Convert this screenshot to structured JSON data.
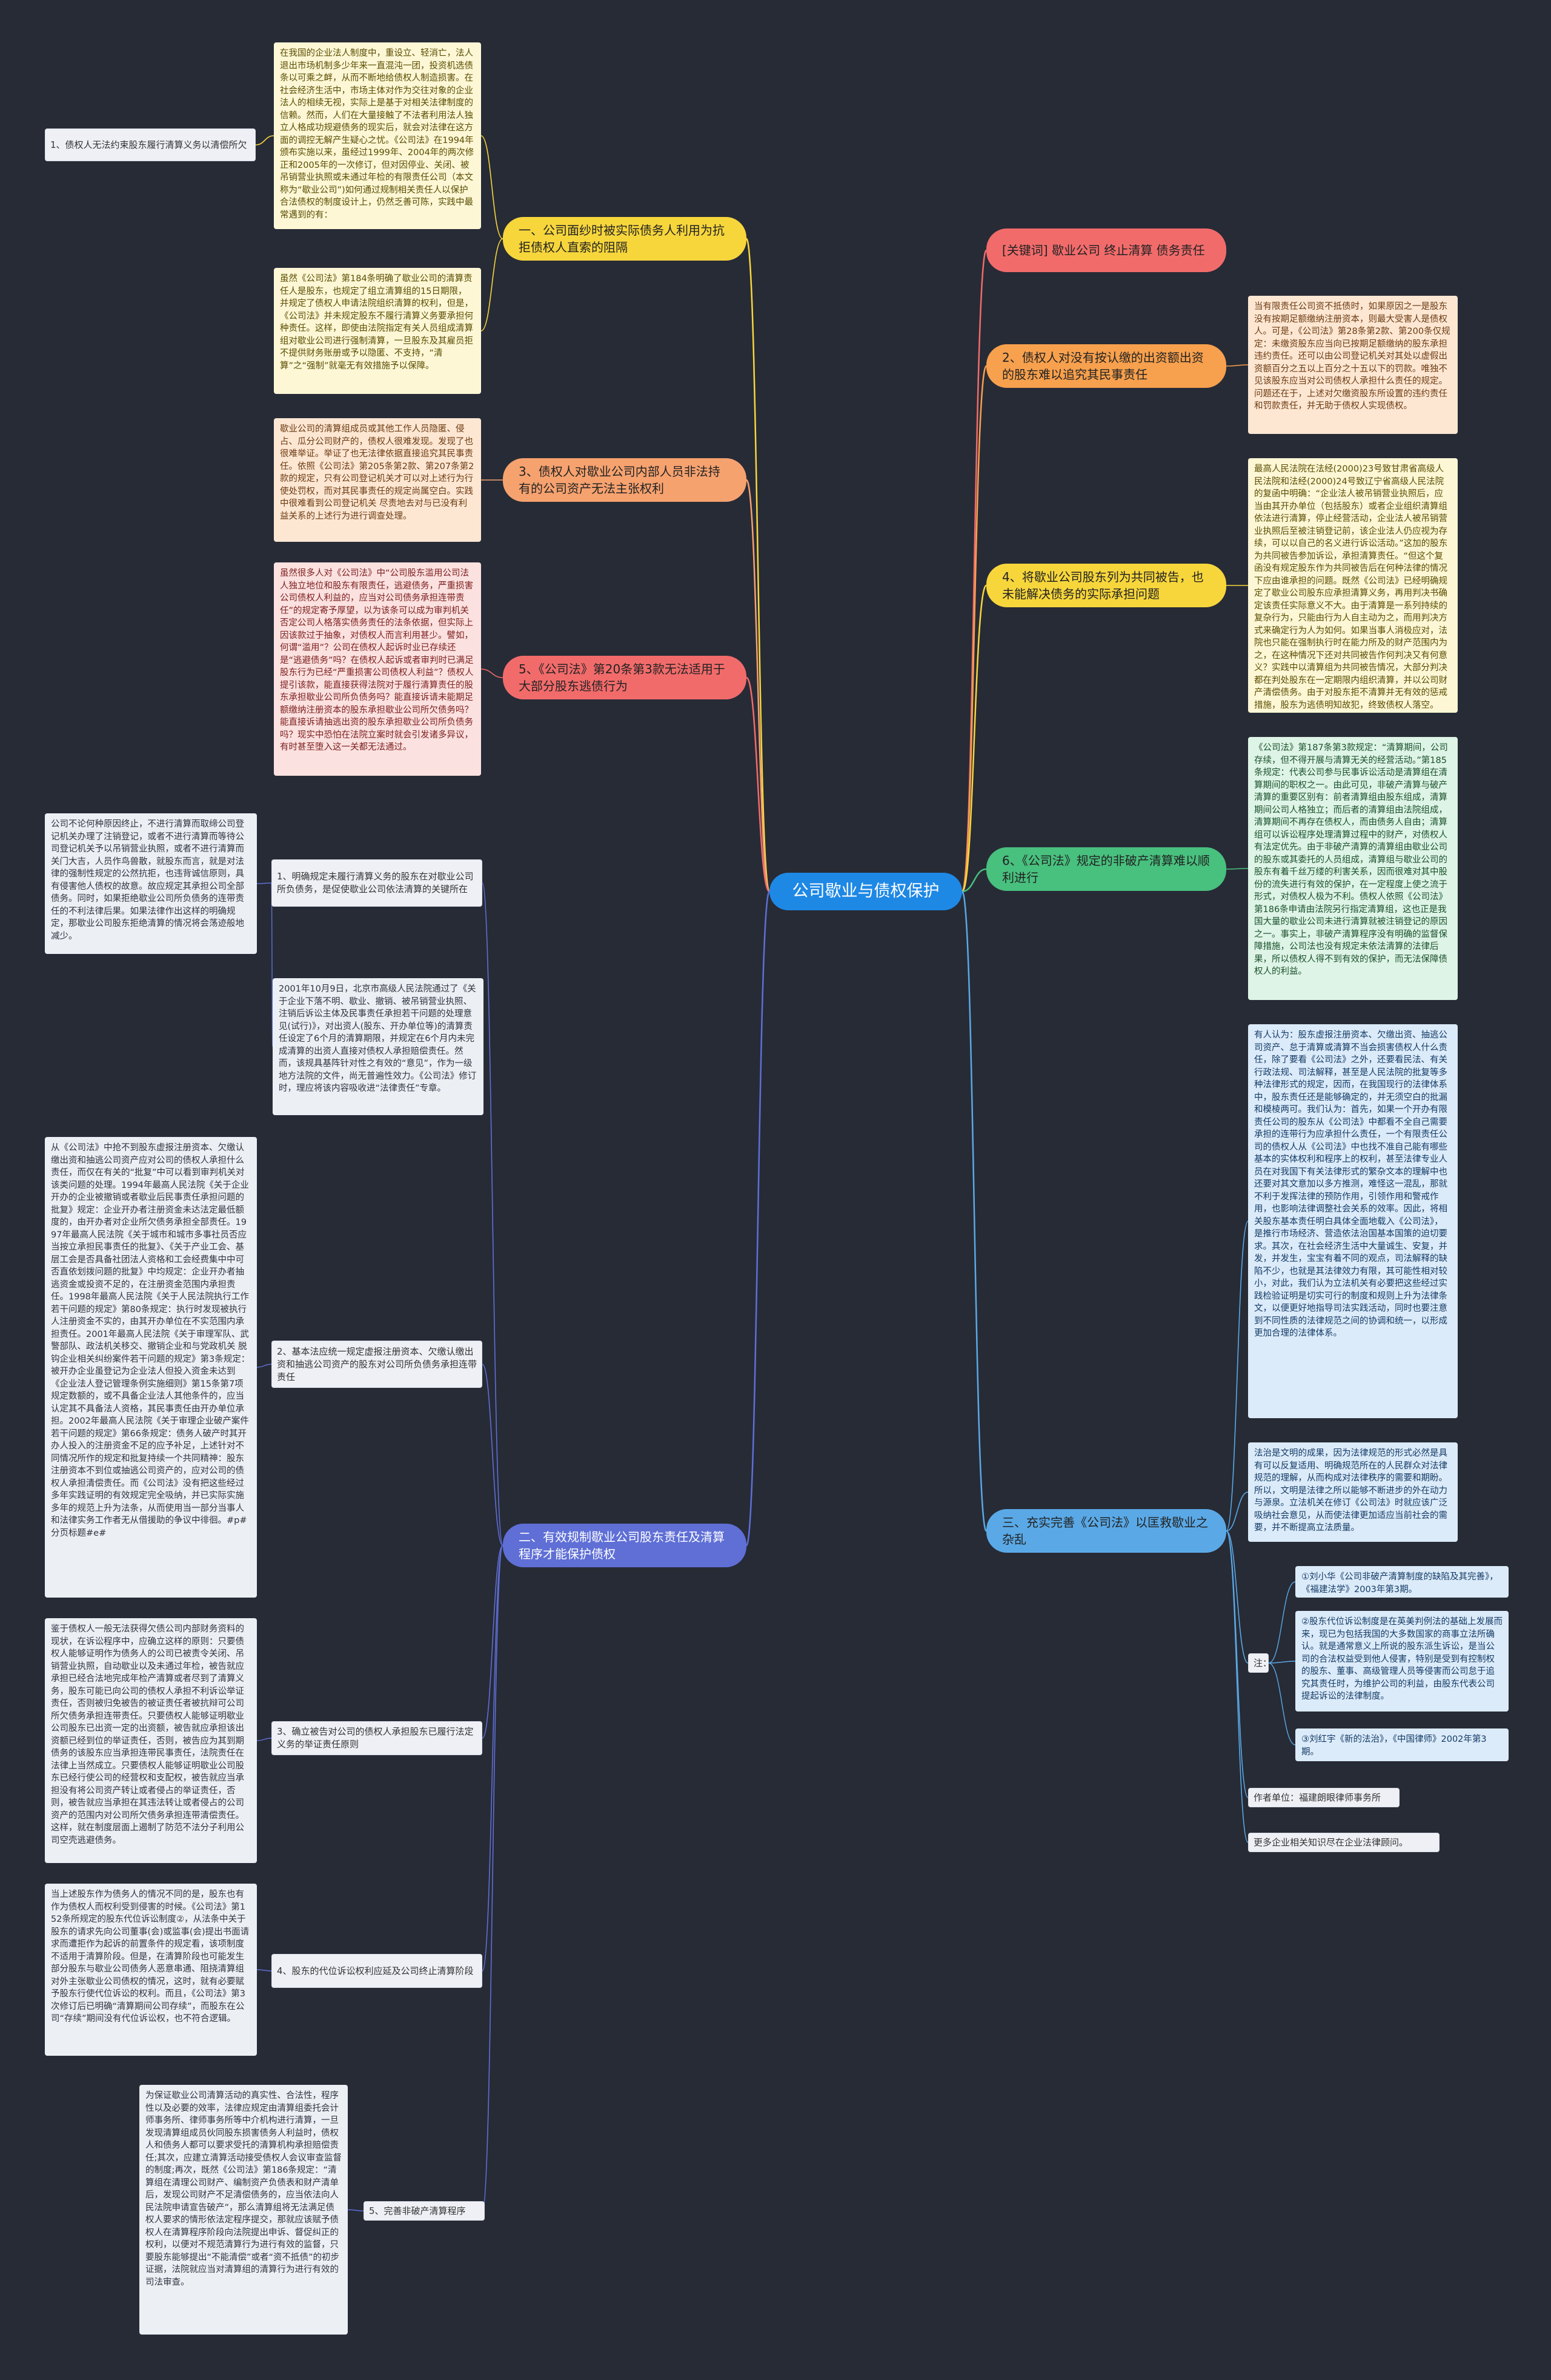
{
  "root": "公司歇业与债权保护",
  "colors": {
    "background": "#272b36",
    "root": "#1e88e5",
    "red": "#f26b6b",
    "orange": "#f7a04d",
    "yellow": "#f7d63c",
    "salmon": "#f6a26f",
    "green": "#48c07e",
    "blue": "#4e96ee",
    "light_blue": "#5aa9e6",
    "indigo": "#5f6fd6"
  },
  "left": {
    "b1": {
      "label": "一、公司面纱时被实际债务人利用为抗拒债权人直索的阻隔",
      "note_a": "在我国的企业法人制度中，重设立、轻消亡，法人退出市场机制多少年来一直混沌一团，投资机选债条以可乘之衅，从而不断地给债权人制造损害。在社会经济生活中，市场主体对作为交往对象的企业法人的相续无视，实际上是基于对相关法律制度的信赖。然而，人们在大量接触了不法者利用法人独立人格成功规避债务的现实后，就会对法律在这方面的调控无解产生疑心之忧。《公司法》在1994年颁布实施以来，虽经过1999年、2004年的两次修正和2005年的一次修订，但对因停业、关闭、被吊销营业执照或未通过年检的有限责任公司（本文称为“歇业公司”)如何通过规制相关责任人以保护合法债权的制度设计上，仍然乏善可陈，实践中最常遇到的有：",
      "note_b": "虽然《公司法》第184条明确了歇业公司的清算责任人是股东，也规定了组立清算组的15日期限，并规定了债权人申请法院组织清算的权利，但是，《公司法》并未规定股东不履行清算义务要承担何种责任。这样，即使由法院指定有关人员组成清算组对歇业公司进行强制清算，一旦股东及其雇员拒不提供财务账册或予以隐匿、不支持，“清算”之“强制”就毫无有效措施予以保障。",
      "sub_1": "1、债权人无法约束股东履行清算义务以清偿所欠"
    },
    "b3": {
      "label": "3、债权人对歇业公司内部人员非法持有的公司资产无法主张权利",
      "note": "歇业公司的清算组成员或其他工作人员隐匿、侵占、瓜分公司财产的，债权人很难发现。发现了也很难举证。举证了也无法律依据直接追究其民事责任。依照《公司法》第205条第2款、第207条第2款的规定，只有公司登记机关才可以对上述行为行使处罚权，而对其民事责任的规定尚属空白。实践中很难看到公司登记机关 尽责地去对与已没有利益关系的上述行为进行调查处理。"
    },
    "b5": {
      "label": "5、《公司法》第20条第3款无法适用于大部分股东逃债行为",
      "note": "虽然很多人对《公司法》中“公司股东滥用公司法人独立地位和股东有限责任，逃避债务，严重损害公司债权人利益的，应当对公司债务承担连带责任”的规定寄予厚望，以为该条可以成为审判机关否定公司人格落实债务责任的法条依据，但实际上因该款过于抽象，对债权人而言利用甚少。譬如，何谓“滥用”？公司在债权人起诉时业已存续还是“逃避债务”吗？在债权人起诉或者审判时已满足股东行为已经“严重损害公司债权人利益”？债权人提引该款，能直接获得法院对于履行清算责任的股东承担歇业公司所负债务吗？能直接诉请未能期足额缴纳注册资本的股东承担歇业公司所欠债务吗？能直接诉请抽逃出资的股东承担歇业公司所负债务吗？现实中恐怕在法院立案时就会引发诸多异议，有时甚至堕入这一关都无法通过。"
    },
    "b2": {
      "label": "二、有效规制歇业公司股东责任及清算程序才能保护债权",
      "s1": {
        "label": "1、明确规定未履行清算义务的股东在对歇业公司所负债务，是促使歇业公司依法清算的关键所在",
        "note": "公司不论何种原因终止，不进行清算而取缔公司登记机关办理了注销登记，或者不进行清算而等待公司登记机关予以吊销营业执照，或者不进行清算而关门大吉，人员作鸟兽散，就股东而言，就是对法律的强制性规定的公然抗拒，也违背诚信原则，具有侵害他人债权的故意。故应规定其承担公司全部债务。同时，如果拒绝歇业公司所负债务的连带责任的不利法律后果。如果法律作出这样的明确规定，那歇业公司股东拒绝清算的情况将会荡迹般地减少。"
      },
      "s1b_note": "2001年10月9日，北京市高级人民法院通过了《关于企业下落不明、歇业、撤销、被吊销营业执照、注销后诉讼主体及民事责任承担若干问题的处理意见(试行)》，对出资人(股东、开办单位等)的清算责任设定了6个月的清算期限，并规定在6个月内未完成清算的出资人直接对债权人承担赔偿责任。然而，该规具基阵针对性之有效的“意见”，作为一级地方法院的文件，尚无普遍性效力。《公司法》修订时，理应将该内容吸收进“法律责任”专章。",
      "s2": {
        "label": "2、基本法应统一规定虚报注册资本、欠缴认缴出资和抽逃公司资产的股东对公司所负债务承担连带责任",
        "note": "从《公司法》中抢不到股东虚报注册资本、欠缴认缴出资和抽逃公司资产应对公司的债权人承担什么责任，而仅在有关的“批复”中可以看到审判机关对该类问题的处理。1994年最高人民法院《关于企业开办的企业被撤销或者歇业后民事责任承担问题的批复》规定：企业开办者注册资金未达法定最低额度的，由开办者对企业所欠债务承担全部责任。1997年最高人民法院《关于城市和城市多事社员否应当按立承担民事责任的批复》、《关于产业工会、基层工会是否具备社团法人资格和工会经费集中中可否直依划拨问题的批复》中均规定：企业开办者抽逃资金或投资不足的，在注册资金范围内承担责任。1998年最高人民法院《关于人民法院执行工作若干问题的规定》第80条规定：执行时发现被执行人注册资金不实的，由其开办单位在不实范围内承担责任。2001年最高人民法院《关于审理军队、武警部队、政法机关移交、撤销企业和与党政机关 脱钩企业相关纠纷案件若干问题的规定》第3条规定：被开办企业虽登记为企业法人但投入资金未达到《企业法人登记管理条例实施细则》第15条第7项规定数额的，或不具备企业法人其他条件的，应当认定其不具备法人资格，其民事责任由开办单位承担。2002年最高人民法院《关于审理企业破产案件若干问题的规定》第66条规定：债务人破产时其开办人投入的注册资金不足的应予补足，上述针对不同情况所作的规定和批复持续一个共同精神：股东注册资本不到位或抽逃公司资产的，应对公司的债权人承担清偿责任。而《公司法》没有把这些经过多年实践证明的有效规定完全吸纳，并已实际实施多年的规范上升为法条，从而使用当一部分当事人和法律实务工作者无从借援助的争议中徘徊。#p#分页标题#e#"
      },
      "s3": {
        "label": "3、确立被告对公司的债权人承担股东已履行法定义务的举证责任原则",
        "note": "鉴于债权人一般无法获得欠债公司内部财务资料的现状，在诉讼程序中，应确立这样的原则：只要债权人能够证明作为债务人的公司已被责令关闭、吊销营业执照，自动歇业以及未通过年检，被告就应承担已经合法地完成年检产清算或者尽到了清算义务，股东可能已向公司的债权人承担不利诉讼举证责任，否则被归免被告的被证责任者被抗辩可公司所欠债务承担连带责任。只要债权人能够证明歇业公司股东已出资一定的出资额，被告就应承担该出资额已经到位的举证责任，否则，被告应为其到期债务的该股东应当承担连带民事责任，法院责任在法律上当然成立。只要债权人能够证明歇业公司股东已经行使公司的经营权和支配权，被告就应当承担没有将公司资产转让或者侵占的举证责任，否则，被告就应当承担在其违法转让或者侵占的公司资产的范围内对公司所欠债务承担连带清偿责任。这样，就在制度层面上遏制了防范不法分子利用公司空壳逃避债务。"
      },
      "s4": {
        "label": "4、股东的代位诉讼权利应延及公司终止清算阶段",
        "note": "当上述股东作为债务人的情况不同的是，股东也有作为债权人而权利受到侵害的时候。《公司法》第152条所规定的股东代位诉讼制度②，从法条中关于股东的请求先向公司董事(会)或监事(会)提出书面请求而遭拒作为起诉的前置条件的规定看，该项制度不适用于清算阶段。但是，在清算阶段也可能发生部分股东与歇业公司债务人恶意串通、阻挠清算组对外主张歇业公司债权的情况，这时，就有必要赋予股东行使代位诉讼的权利。而且，《公司法》第3次修订后已明确“清算期间公司存续”，而股东在公司“存续”期间没有代位诉讼权，也不符合逻辑。"
      },
      "s5": {
        "label": "5、完善非破产清算程序",
        "note": "为保证歇业公司清算活动的真实性、合法性，程序性以及必要的效率，法律应规定由清算组委托会计师事务所、律师事务所等中介机构进行清算，一旦发现清算组成员伙同股东损害债务人利益时，债权人和债务人都可以要求受托的清算机构承担赔偿责任;其次，应建立清算活动接受债权人会议审查监督的制度;再次，既然《公司法》第186条规定：“清算组在清理公司财产、编制资产负债表和财产清单后，发现公司财产不足清偿债务的，应当依法向人民法院申请宣告破产”，那么清算组将无法满足债权人要求的情形依法定程序提交，那就应该赋予债权人在清算程序阶段向法院提出申诉、督促纠正的权利，以便对不规范清算行为进行有效的监督，只要股东能够提出“不能清偿”或者“资不抵债”的初步证据，法院就应当对清算组的清算行为进行有效的司法审查。"
      }
    }
  },
  "right": {
    "r0": {
      "label": "[关键词] 歇业公司 终止清算 债务责任"
    },
    "r2": {
      "label": "2、债权人对没有按认缴的出资额出资的股东难以追究其民事责任",
      "note": "当有限责任公司资不抵债时，如果原因之一是股东没有按期足额缴纳注册资本，则最大受害人是债权人。可是，《公司法》第28条第2款、第200条仅规定：未缴资股东应当向已按期足额缴纳的股东承担违约责任。还可以由公司登记机关对其处以虚假出资额百分之五以上百分之十五以下的罚款。唯独不见该股东应当对公司债权人承担什么责任的规定。问题还在于，上述对欠缴资股东所设置的违约责任和罚款责任，并无助于债权人实现债权。"
    },
    "r4": {
      "label": "4、将歇业公司股东列为共同被告，也未能解决债务的实际承担问题",
      "note": "最高人民法院在法经(2000)23号致甘肃省高级人民法院和法经(2000)24号致辽宁省高级人民法院的复函中明确：“企业法人被吊销营业执照后，应当由其开办单位（包括股东）或者企业组织清算组依法进行清算，停止经营活动，企业法人被吊销营业执照后至被注销登记前，该企业法人仍应视为存续，可以以自己的名义进行诉讼活动。”这加的股东为共同被告参加诉讼，承担清算责任。“但这个复函没有规定股东作为共同被告后在何种法律的情况下应由谁承担的问题。既然《公司法》已经明确规定了歇业公司股东应承担清算义务，再用判决书确定该责任实际意义不大。由于清算是一系列持续的复杂行为，只能由行为人自主动为之，而用判决方式来确定行为人为如何。如果当事人消极应对，法院也只能在强制执行时在能力所及的财产范围内为之，在这种情况下还对共同被告作何判决又有何意义？实践中以清算组为共同被告情况，大部分判决都在判处股东在一定期限内组织清算，并以公司财产清偿债务。由于对股东拒不清算并无有效的惩戒措施，股东为逃债明知故犯，终致债权人落空。"
    },
    "r6": {
      "label": "6、《公司法》规定的非破产清算难以顺利进行",
      "note": "《公司法》第187条第3款规定：“清算期间，公司存续，但不得开展与清算无关的经营活动。”第185条规定：代表公司参与民事诉讼活动是清算组在清算期间的职权之一。由此可见，非破产清算与破产清算的重要区别有：前者清算组由股东组成，清算期间公司人格独立；而后者的清算组由法院组成，清算期间不再存在债权人，而由债务人自由；清算组可以诉讼程序处理清算过程中的财产，对债权人有法定优先。由于非破产清算的清算组由歇业公司的股东或其委托的人员组成，清算组与歇业公司的股东有着千丝万缕的利害关系，因而很难对其中股份的流失进行有效的保护，在一定程度上使之流于形式，对债权人极为不利。债权人依照《公司法》第186条申请由法院另行指定清算组，这也正是我国大量的歇业公司未进行清算就被注销登记的原因之一。事实上，非破产清算程序没有明确的监督保障措施，公司法也没有规定未依法清算的法律后果，所以债权人得不到有效的保护，而无法保障债权人的利益。"
    },
    "r3": {
      "label": "三、充实完善《公司法》以匡救歇业之杂乱",
      "note_a": "有人认为：股东虚报注册资本、欠缴出资、抽逃公司资产、怠于清算或清算不当会损害债权人什么责任，除了要看《公司法》之外，还要看民法、有关行政法规、司法解释，甚至是人民法院的批复等多种法律形式的规定，因而，在我国现行的法律体系中，股东责任还是能够确定的，并无须空白的批漏和模棱两可。我们认为：首先，如果一个开办有限责任公司的股东从《公司法》中都看不全自己需要承担的连带行为应承担什么责任，一个有限责任公司的债权人从《公司法》中也找不准自己能有哪些基本的实体权利和程序上的权利，甚至法律专业人员在对我国下有关法律形式的繁杂文本的理解中也还要对其文意加以多方推测，难怪这一混乱，那就不利于发挥法律的预防作用，引领作用和警戒作用，也影响法律调整社会关系的效率。因此，将相关股东基本责任明白具体全面地载入《公司法》，是推行市场经济、营造依法治国基本国策的迫切要求。其次，在社会经济生活中大量诚生、安复，并发，并发生，宝宝有着不同的观点，司法解释的缺陷不少，也就是其法律效力有限，其可能性相对较小，对此，我们认为立法机关有必要把这些经过实践检验证明是切实可行的制度和规则上升为法律条文，以便更好地指导司法实践活动，同时也要注意到不同性质的法律规范之间的协调和统一，以形成更加合理的法律体系。",
      "note_b": "法治是文明的成果，因为法律规范的形式必然是具有可以反复适用、明确规范所在的人民群众对法律规范的理解，从而构成对法律秩序的需要和期盼。所以，文明是法律之所以能够不断进步的外在动力与源泉。立法机关在修订《公司法》时就应该广泛吸纳社会意见，从而使法律更加适应当前社会的需要，并不断提高立法质量。",
      "note_label": "注：",
      "ref_1": "①刘小华《公司非破产清算制度的缺陷及其完善》，《福建法学》2003年第3期。",
      "ref_2": "②股东代位诉讼制度是在英美判例法的基础上发展而来，现已为包括我国的大多数国家的商事立法所确认。就是通常意义上所说的股东派生诉讼，是当公司的合法权益受到他人侵害，特别是受到有控制权的股东、董事、高级管理人员等侵害而公司怠于追究其责任时，为维护公司的利益，由股东代表公司提起诉讼的法律制度。",
      "ref_3": "③刘红宇《新的法治》，《中国律师》2002年第3期。",
      "author": "作者单位：福建朗眼律师事务所",
      "more": "更多企业相关知识尽在企业法律顾问。"
    }
  }
}
